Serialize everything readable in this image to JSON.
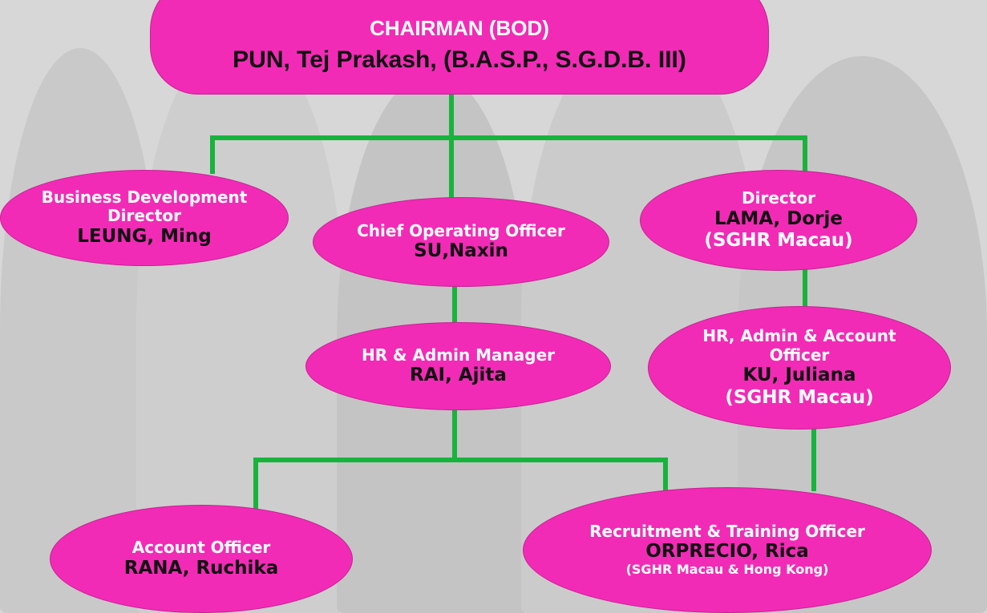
{
  "colors": {
    "node_fill": "#f22bb6",
    "connector": "#18b33c",
    "title_text": "#ffffff",
    "name_text": "#111111"
  },
  "chairman": {
    "title": "CHAIRMAN (BOD)",
    "name": "PUN, Tej Prakash, (B.A.S.P., S.G.D.B. III)"
  },
  "business_development": {
    "title_line1": "Business Development",
    "title_line2": "Director",
    "name": "LEUNG, Ming"
  },
  "coo": {
    "title": "Chief Operating Officer",
    "name": "SU,Naxin"
  },
  "director": {
    "title": "Director",
    "name": "LAMA, Dorje",
    "location": "(SGHR Macau)"
  },
  "hr_admin_manager": {
    "title": "HR & Admin Manager",
    "name": "RAI, Ajita"
  },
  "hr_admin_account_officer": {
    "title_line1": "HR, Admin & Account",
    "title_line2": "Officer",
    "name": "KU, Juliana",
    "location": "(SGHR Macau)"
  },
  "account_officer": {
    "title": "Account Officer",
    "name": "RANA, Ruchika"
  },
  "recruitment_officer": {
    "title": "Recruitment & Training Officer",
    "name": "ORPRECIO, Rica",
    "location": "(SGHR Macau & Hong Kong)"
  }
}
